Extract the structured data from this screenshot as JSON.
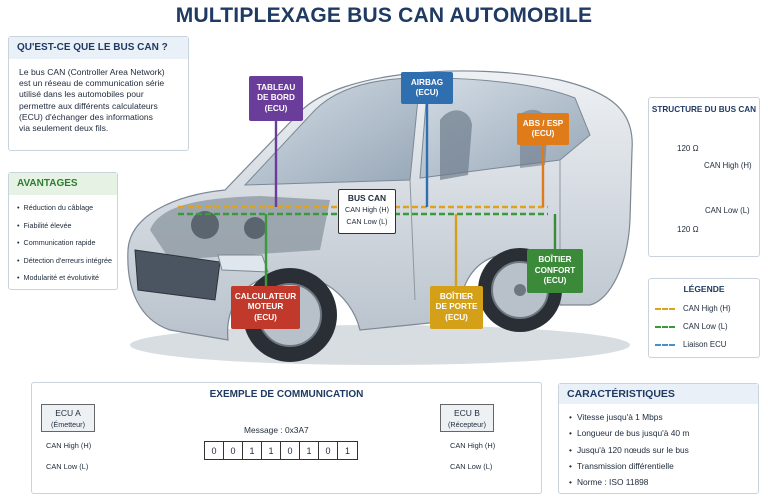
{
  "title": "MULTIPLEXAGE BUS CAN AUTOMOBILE",
  "intro": {
    "heading": "QU'EST-CE QUE LE BUS CAN ?",
    "lines": [
      "Le bus CAN (Controller Area Network)",
      "est un réseau de communication série",
      "utilisé dans les automobiles pour",
      "permettre aux différents calculateurs",
      "(ECU) d'échanger des informations",
      "via seulement deux fils."
    ]
  },
  "avantages": {
    "heading": "AVANTAGES",
    "items": [
      "Réduction du câblage",
      "Fiabilité élevée",
      "Communication rapide",
      "Détection d'erreurs intégrée",
      "Modularité et évolutivité"
    ]
  },
  "ecus": {
    "tableau": [
      "TABLEAU",
      "DE BORD",
      "(ECU)"
    ],
    "airbag": [
      "AIRBAG",
      "(ECU)"
    ],
    "abs": [
      "ABS / ESP",
      "(ECU)"
    ],
    "confort": [
      "BOÎTIER",
      "CONFORT",
      "(ECU)"
    ],
    "porte": [
      "BOÎTIER",
      "DE PORTE",
      "(ECU)"
    ],
    "moteur": [
      "CALCULATEUR",
      "MOTEUR",
      "(ECU)"
    ]
  },
  "bus_box": {
    "title": "BUS CAN",
    "high": "CAN High (H)",
    "low": "CAN Low (L)"
  },
  "structure": {
    "heading": "STRUCTURE DU BUS CAN",
    "r1": "120 Ω",
    "r2": "120 Ω",
    "high": "CAN High (H)",
    "low": "CAN Low (L)"
  },
  "legend": {
    "heading": "LÉGENDE",
    "items": [
      {
        "label": "CAN High (H)",
        "color": "#e0a21a"
      },
      {
        "label": "CAN Low (L)",
        "color": "#3a9a3a"
      },
      {
        "label": "Liaison ECU",
        "color": "#4a90c8"
      }
    ]
  },
  "example": {
    "heading": "EXEMPLE DE COMMUNICATION",
    "ecu_a": {
      "name": "ECU A",
      "role": "(Émetteur)"
    },
    "ecu_b": {
      "name": "ECU B",
      "role": "(Récepteur)"
    },
    "high": "CAN High (H)",
    "low": "CAN Low (L)",
    "message": "Message : 0x3A7",
    "bits": [
      "0",
      "0",
      "1",
      "1",
      "0",
      "1",
      "0",
      "1"
    ]
  },
  "caracteristiques": {
    "heading": "CARACTÉRISTIQUES",
    "items": [
      "Vitesse jusqu'à 1 Mbps",
      "Longueur de bus jusqu'à 40 m",
      "Jusqu'à 120 nœuds sur le bus",
      "Transmission différentielle",
      "Norme : ISO 11898"
    ]
  },
  "colors": {
    "title": "#1f3a63",
    "can_high": "#e0a21a",
    "can_low": "#3a9a3a",
    "tableau": "#6a3d9a",
    "airbag": "#2f6fb0",
    "abs": "#e07b1a",
    "confort": "#3a8a3a",
    "porte": "#d4a017",
    "moteur": "#c0392b"
  }
}
